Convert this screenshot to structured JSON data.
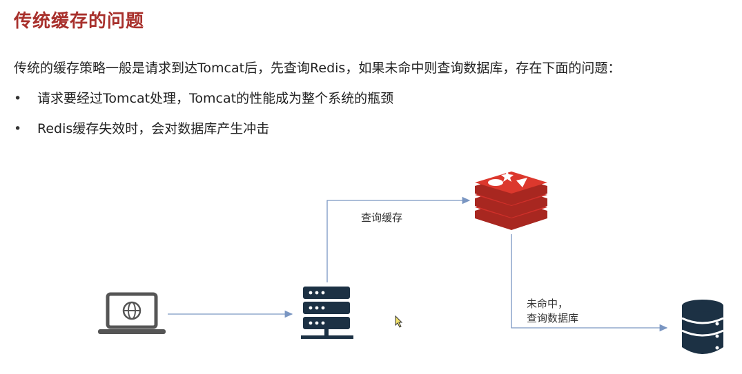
{
  "title": "传统缓存的问题",
  "intro": "传统的缓存策略一般是请求到达Tomcat后，先查询Redis，如果未命中则查询数据库，存在下面的问题：",
  "bullets": [
    "请求要经过Tomcat处理，Tomcat的性能成为整个系统的瓶颈",
    "Redis缓存失效时，会对数据库产生冲击"
  ],
  "diagram": {
    "label_query_cache": "查询缓存",
    "label_miss_line1": "未命中，",
    "label_miss_line2": "查询数据库"
  },
  "colors": {
    "title": "#a8302c",
    "arrow": "#7a96c2",
    "redis": "#d0302a",
    "icon_dark": "#1c3144",
    "laptop": "#555555"
  }
}
